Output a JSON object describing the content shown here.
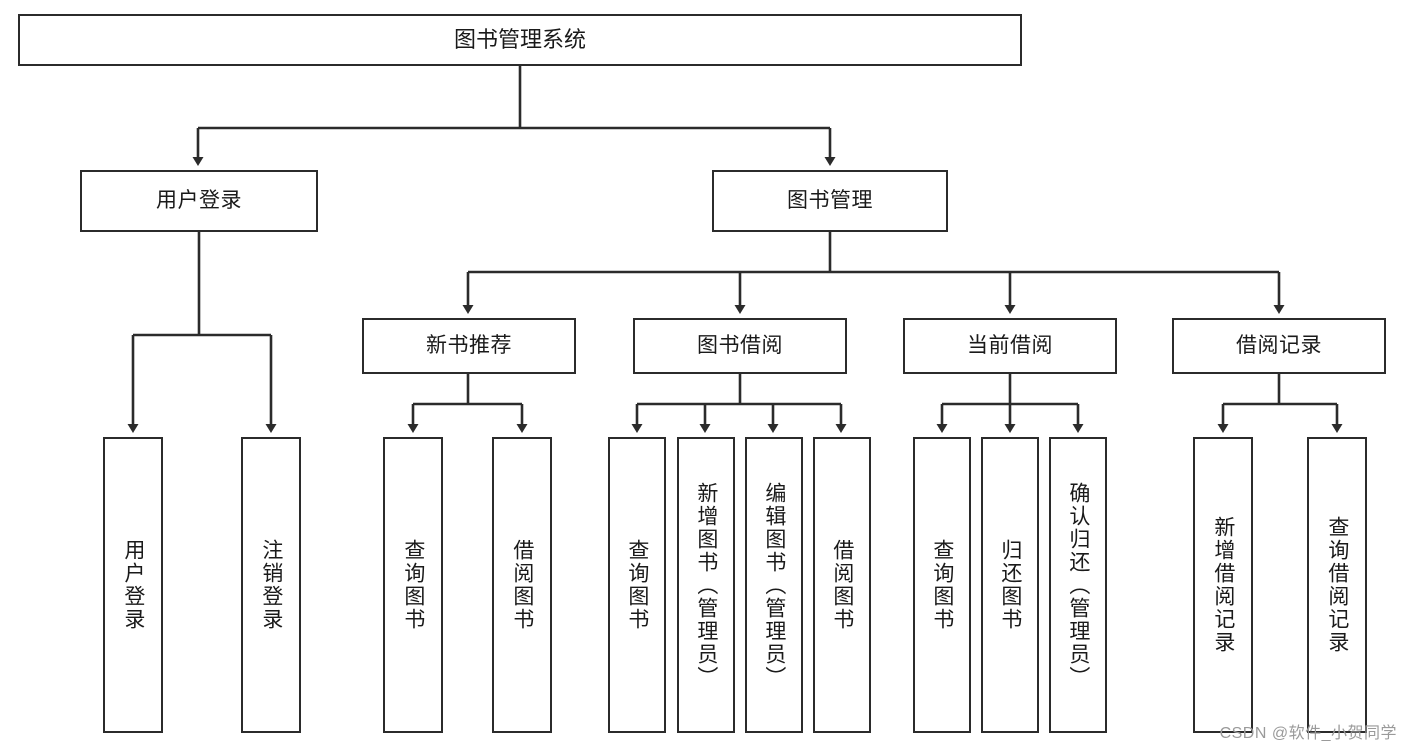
{
  "diagram": {
    "type": "tree",
    "title": "图书管理系统",
    "root": {
      "label": "图书管理系统"
    },
    "level1": [
      {
        "label": "用户登录"
      },
      {
        "label": "图书管理"
      }
    ],
    "level2": [
      {
        "label": "新书推荐"
      },
      {
        "label": "图书借阅"
      },
      {
        "label": "当前借阅"
      },
      {
        "label": "借阅记录"
      }
    ],
    "leaves": {
      "user_login": [
        {
          "label": "用户登录"
        },
        {
          "label": "注销登录"
        }
      ],
      "new_book_recommend": [
        {
          "label": "查询图书"
        },
        {
          "label": "借阅图书"
        }
      ],
      "book_borrow": [
        {
          "label": "查询图书"
        },
        {
          "label": "新增图书（管理员）"
        },
        {
          "label": "编辑图书（管理员）"
        },
        {
          "label": "借阅图书"
        }
      ],
      "current_borrow": [
        {
          "label": "查询图书"
        },
        {
          "label": "归还图书"
        },
        {
          "label": "确认归还（管理员）"
        }
      ],
      "borrow_record": [
        {
          "label": "新增借阅记录"
        },
        {
          "label": "查询借阅记录"
        }
      ]
    }
  },
  "watermark": {
    "text": "CSDN @软件_小贺同学"
  },
  "colors": {
    "box_border": "#2b2b2b",
    "box_fill": "#ffffff",
    "wire": "#2b2b2b",
    "text": "#1a1a1a",
    "watermark": "#9a9a9a"
  }
}
